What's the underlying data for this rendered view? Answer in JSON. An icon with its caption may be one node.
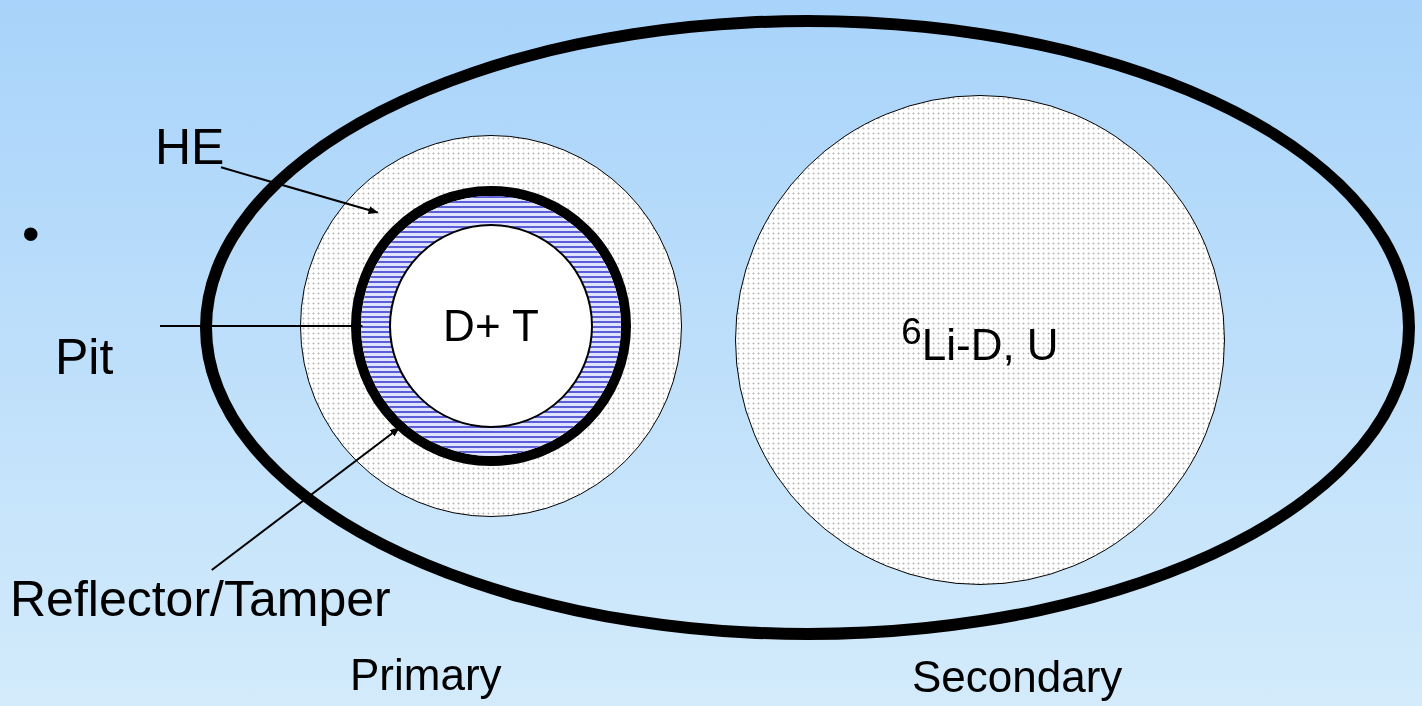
{
  "diagram": {
    "nodes": [
      {
        "text": [],
        "shape": "ellipse"
      },
      {
        "text": [],
        "shape": "circle",
        "in": 0
      },
      {
        "text": [],
        "shape": "circle",
        "in": 1
      },
      {
        "text": [],
        "shape": "circle",
        "in": 2
      },
      {
        "text": [
          "D+ T"
        ],
        "in": 3
      },
      {
        "text": [
          "$^{6}$Li-D, U"
        ],
        "in": 0
      },
      {
        "text": [
          "HE"
        ]
      },
      {
        "text": [
          "Pit"
        ]
      },
      {
        "text": [
          "Reflector/Tamper"
        ]
      }
    ],
    "edges": [
      {
        "from": 6,
        "to": 1,
        "arrow": "to"
      },
      {
        "from": 7,
        "to": 3,
        "arrow": "to"
      },
      {
        "from": 8,
        "to": 2,
        "arrow": "to"
      }
    ],
    "labels": [
      "•",
      "Primary",
      "Secondary"
    ]
  }
}
